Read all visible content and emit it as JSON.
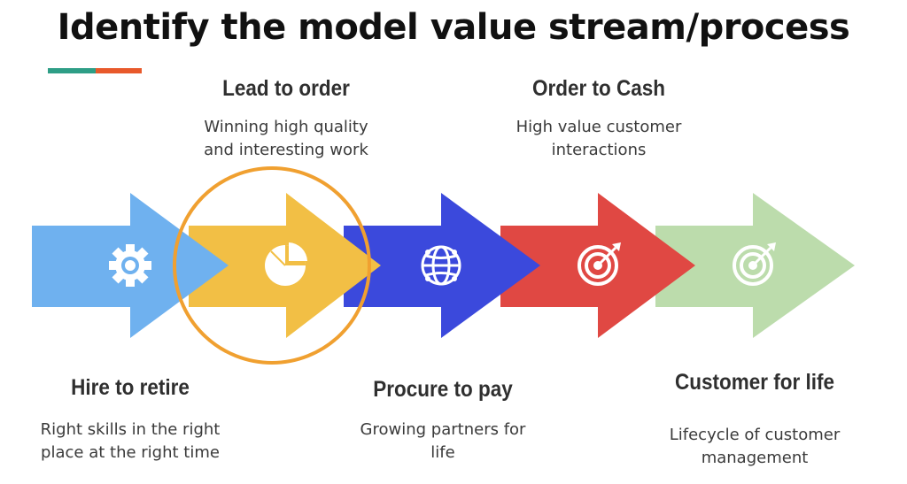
{
  "title": "Identify the model value stream/process",
  "colors": {
    "accent_teal": "#2e9e86",
    "accent_orange": "#e8592b",
    "highlight_ring": "#f0a030"
  },
  "stages": [
    {
      "heading": "Hire to retire",
      "desc_line1": "Right skills in the right",
      "desc_line2": "place at the right time",
      "color": "#6fb1ef",
      "icon": "gear-icon"
    },
    {
      "heading": "Lead to order",
      "desc_line1": "Winning high quality",
      "desc_line2": "and interesting work",
      "color": "#f2bf45",
      "icon": "pie-chart-icon",
      "highlighted": true
    },
    {
      "heading": "Procure to pay",
      "desc_line1": "Growing partners for",
      "desc_line2": "life",
      "color": "#3b49dc",
      "icon": "globe-icon"
    },
    {
      "heading": "Order to Cash",
      "desc_line1": "High value customer",
      "desc_line2": "interactions",
      "color": "#e04843",
      "icon": "target-icon"
    },
    {
      "heading": "Customer for life",
      "desc_line1": "Lifecycle of customer",
      "desc_line2": "management",
      "color": "#bcdcac",
      "icon": "target-icon"
    }
  ]
}
